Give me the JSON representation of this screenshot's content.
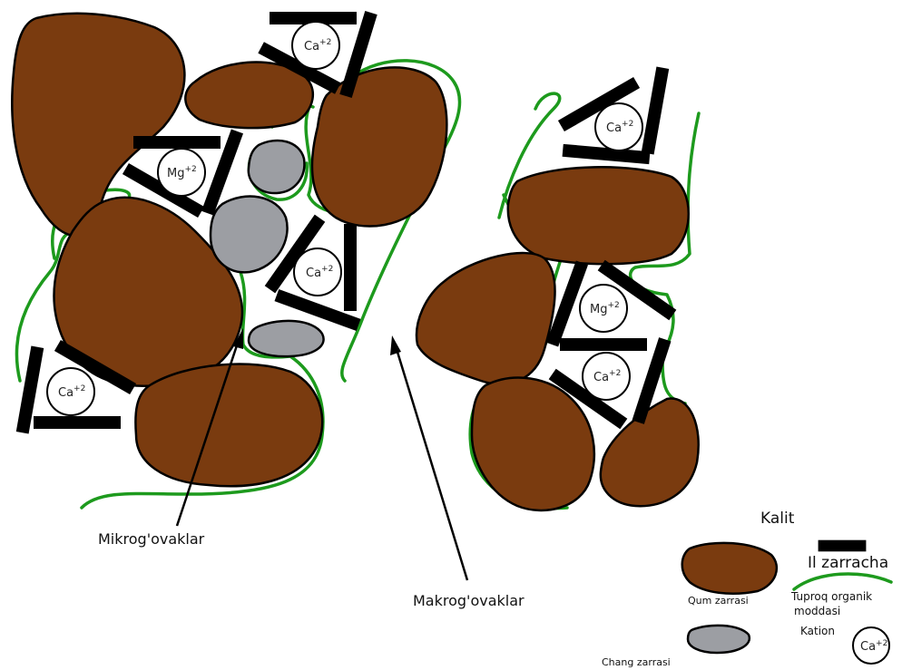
{
  "labels": {
    "micropores": "Mikrog'ovaklar",
    "macropores": "Makrog'ovaklar"
  },
  "legend": {
    "title": "Kalit",
    "clay": "Il zarracha",
    "sand": "Qum zarrasi",
    "organic_line1": "Tuproq organik",
    "organic_line2": "moddasi",
    "cation": "Kation",
    "silt": "Chang zarrasi"
  },
  "cations": {
    "ca_base": "Ca",
    "mg_base": "Mg",
    "charge": "+2"
  },
  "colors": {
    "sand": "#7a3b0f",
    "silt": "#9c9ea3",
    "organic": "#1d9a1d"
  }
}
